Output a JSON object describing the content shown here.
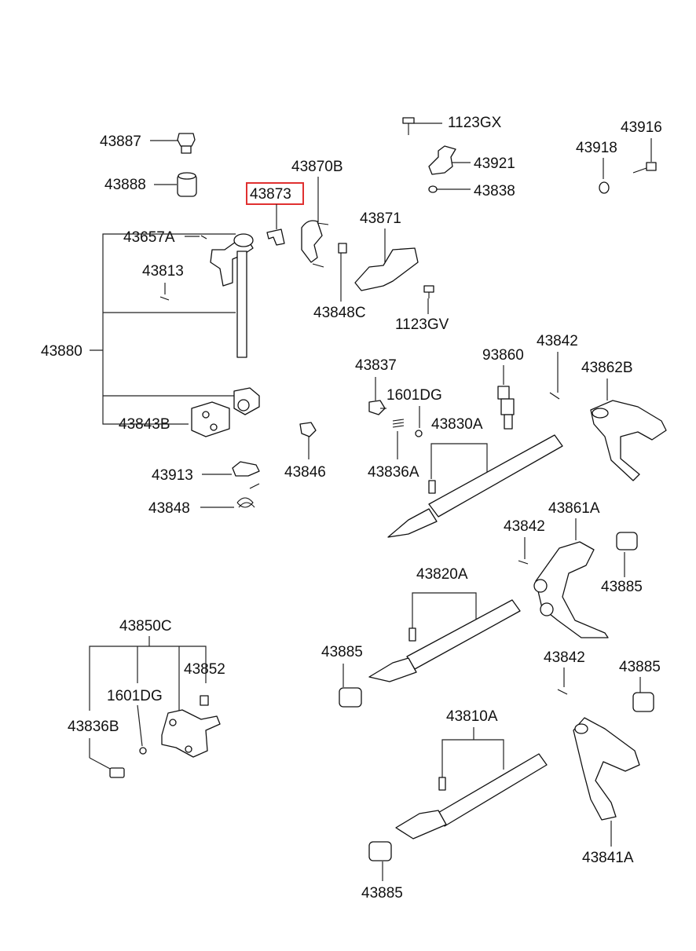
{
  "labels": {
    "p43887": "43887",
    "p43888": "43888",
    "p43873": "43873",
    "p43870B": "43870B",
    "p1123GX": "1123GX",
    "p43921": "43921",
    "p43838": "43838",
    "p43916": "43916",
    "p43918": "43918",
    "p43657A": "43657A",
    "p43871": "43871",
    "p43813": "43813",
    "p43848C": "43848C",
    "p1123GV": "1123GV",
    "p43880": "43880",
    "p43842a": "43842",
    "p93860": "93860",
    "p43837": "43837",
    "p1601DGa": "1601DG",
    "p43862B": "43862B",
    "p43830A": "43830A",
    "p43843B": "43843B",
    "p43846": "43846",
    "p43836A": "43836A",
    "p43913": "43913",
    "p43848": "43848",
    "p43842b": "43842",
    "p43861A": "43861A",
    "p43885a": "43885",
    "p43820A": "43820A",
    "p43850C": "43850C",
    "p43885b": "43885",
    "p43852": "43852",
    "p43842c": "43842",
    "p43885c": "43885",
    "p1601DGb": "1601DG",
    "p43836B": "43836B",
    "p43810A": "43810A",
    "p43841A": "43841A",
    "p43885d": "43885"
  },
  "highlight": {
    "part": "43873",
    "color": "#e03030"
  }
}
